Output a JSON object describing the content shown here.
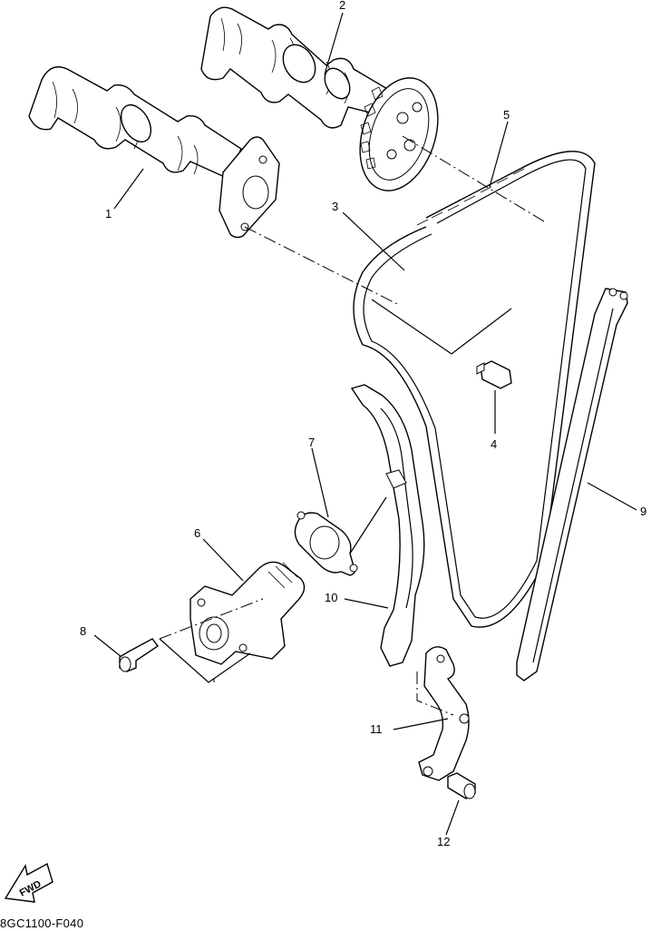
{
  "callouts": [
    {
      "id": "1",
      "label": "1"
    },
    {
      "id": "2",
      "label": "2"
    },
    {
      "id": "3",
      "label": "3"
    },
    {
      "id": "4",
      "label": "4"
    },
    {
      "id": "5",
      "label": "5"
    },
    {
      "id": "6",
      "label": "6"
    },
    {
      "id": "7",
      "label": "7"
    },
    {
      "id": "8",
      "label": "8"
    },
    {
      "id": "9",
      "label": "9"
    },
    {
      "id": "10",
      "label": "10"
    },
    {
      "id": "11",
      "label": "11"
    },
    {
      "id": "12",
      "label": "12"
    }
  ],
  "fwd_label": "FWD",
  "diagram_code": "8GC1100-F040"
}
